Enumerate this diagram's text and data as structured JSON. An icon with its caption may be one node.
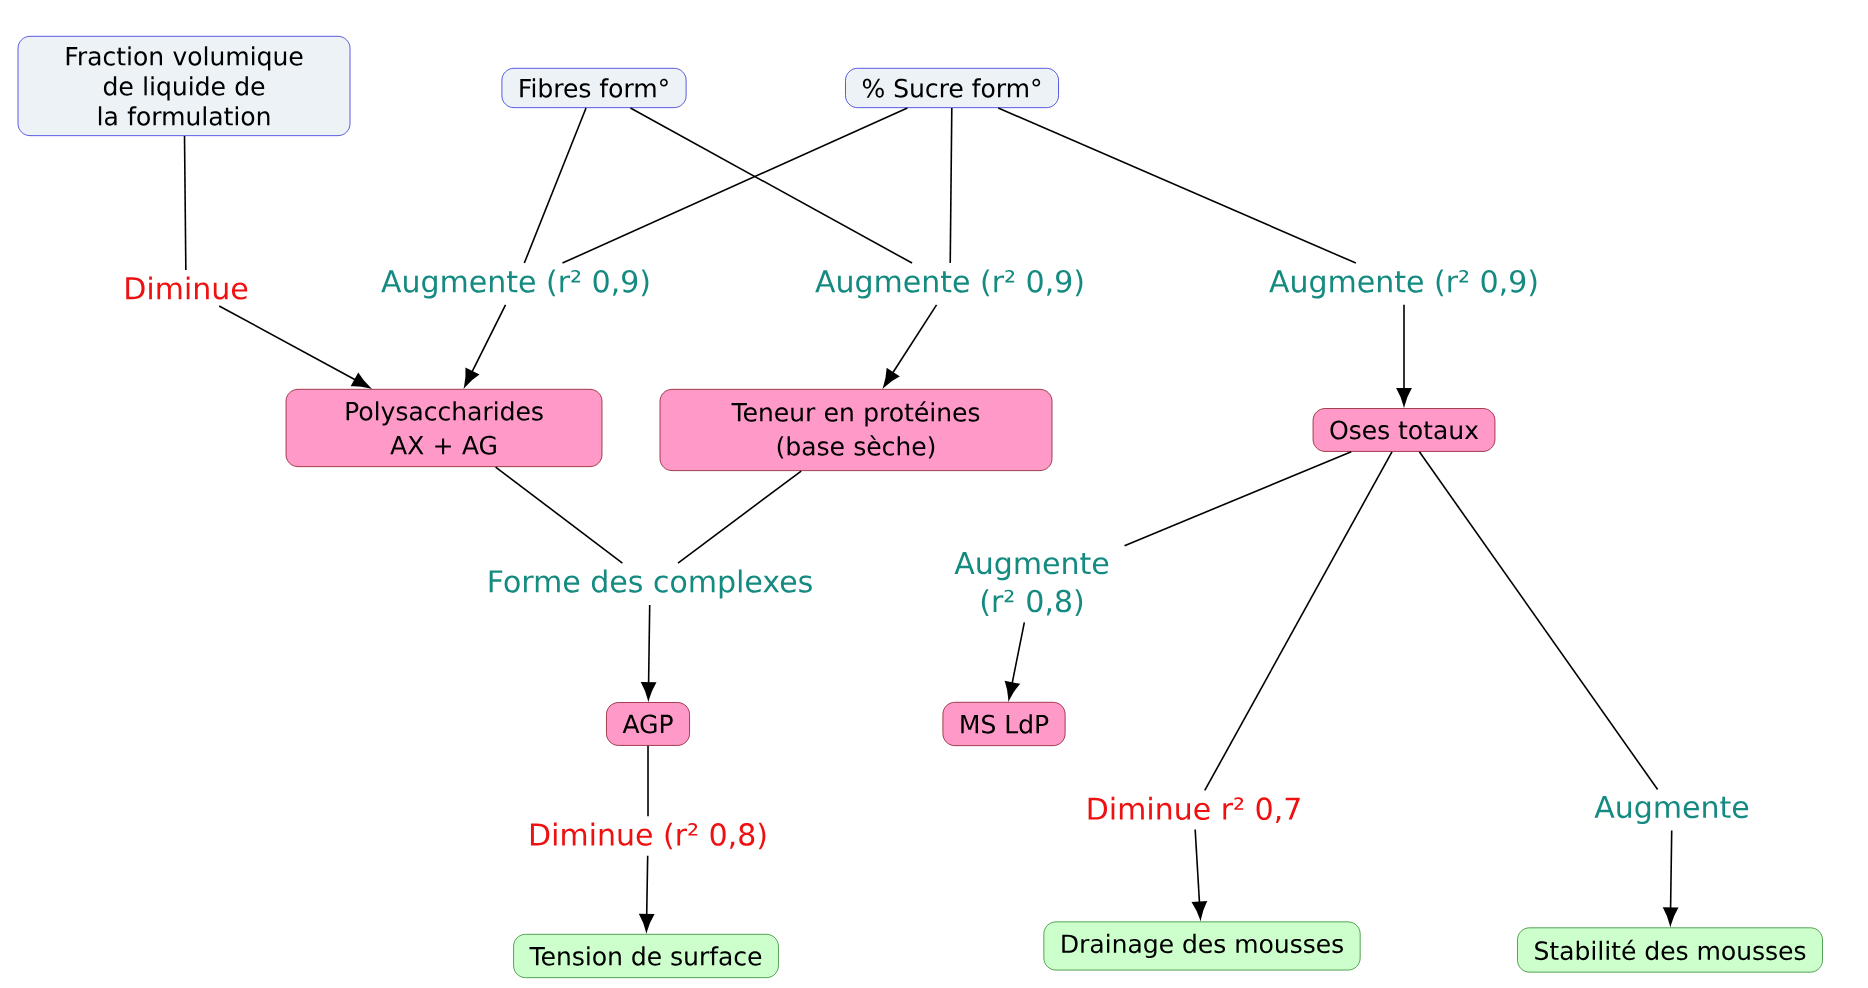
{
  "diagram": {
    "nodes": [
      {
        "text": [
          "Fraction volumique de liquide de la formulation"
        ]
      },
      {
        "text": [
          "Fibres form°"
        ]
      },
      {
        "text": [
          "% Sucre form°"
        ]
      },
      {
        "text": [
          "Diminue"
        ]
      },
      {
        "text": [
          "Augmente (r² 0,9)"
        ]
      },
      {
        "text": [
          "Augmente (r² 0,9)"
        ]
      },
      {
        "text": [
          "Augmente (r² 0,9)"
        ]
      },
      {
        "text": [
          "Polysaccharides AX + AG"
        ]
      },
      {
        "text": [
          "Teneur en protéines (base sèche)"
        ]
      },
      {
        "text": [
          "Oses totaux"
        ]
      },
      {
        "text": [
          "Forme des complexes"
        ]
      },
      {
        "text": [
          "Augmente (r² 0,8)"
        ]
      },
      {
        "text": [
          "AGP"
        ]
      },
      {
        "text": [
          "MS LdP"
        ]
      },
      {
        "text": [
          "Diminue (r² 0,8)"
        ]
      },
      {
        "text": [
          "Diminue r² 0,7"
        ]
      },
      {
        "text": [
          "Augmente"
        ]
      },
      {
        "text": [
          "Tension de surface"
        ]
      },
      {
        "text": [
          "Drainage des mousses"
        ]
      },
      {
        "text": [
          "Stabilité des mousses"
        ]
      }
    ],
    "edges": [
      {
        "from": 0,
        "to": 3,
        "arrow": "none"
      },
      {
        "from": 3,
        "to": 7,
        "arrow": "to"
      },
      {
        "from": 1,
        "to": 4,
        "arrow": "none"
      },
      {
        "from": 2,
        "to": 4,
        "arrow": "none"
      },
      {
        "from": 4,
        "to": 7,
        "arrow": "to"
      },
      {
        "from": 1,
        "to": 5,
        "arrow": "none"
      },
      {
        "from": 2,
        "to": 5,
        "arrow": "none"
      },
      {
        "from": 5,
        "to": 8,
        "arrow": "to"
      },
      {
        "from": 2,
        "to": 6,
        "arrow": "none"
      },
      {
        "from": 6,
        "to": 9,
        "arrow": "to"
      },
      {
        "from": 7,
        "to": 10,
        "arrow": "none"
      },
      {
        "from": 8,
        "to": 10,
        "arrow": "none"
      },
      {
        "from": 10,
        "to": 12,
        "arrow": "to"
      },
      {
        "from": 9,
        "to": 11,
        "arrow": "none"
      },
      {
        "from": 11,
        "to": 13,
        "arrow": "to"
      },
      {
        "from": 12,
        "to": 14,
        "arrow": "none"
      },
      {
        "from": 14,
        "to": 17,
        "arrow": "to"
      },
      {
        "from": 9,
        "to": 15,
        "arrow": "none"
      },
      {
        "from": 15,
        "to": 18,
        "arrow": "to"
      },
      {
        "from": 9,
        "to": 16,
        "arrow": "none"
      },
      {
        "from": 16,
        "to": 19,
        "arrow": "to"
      }
    ]
  }
}
